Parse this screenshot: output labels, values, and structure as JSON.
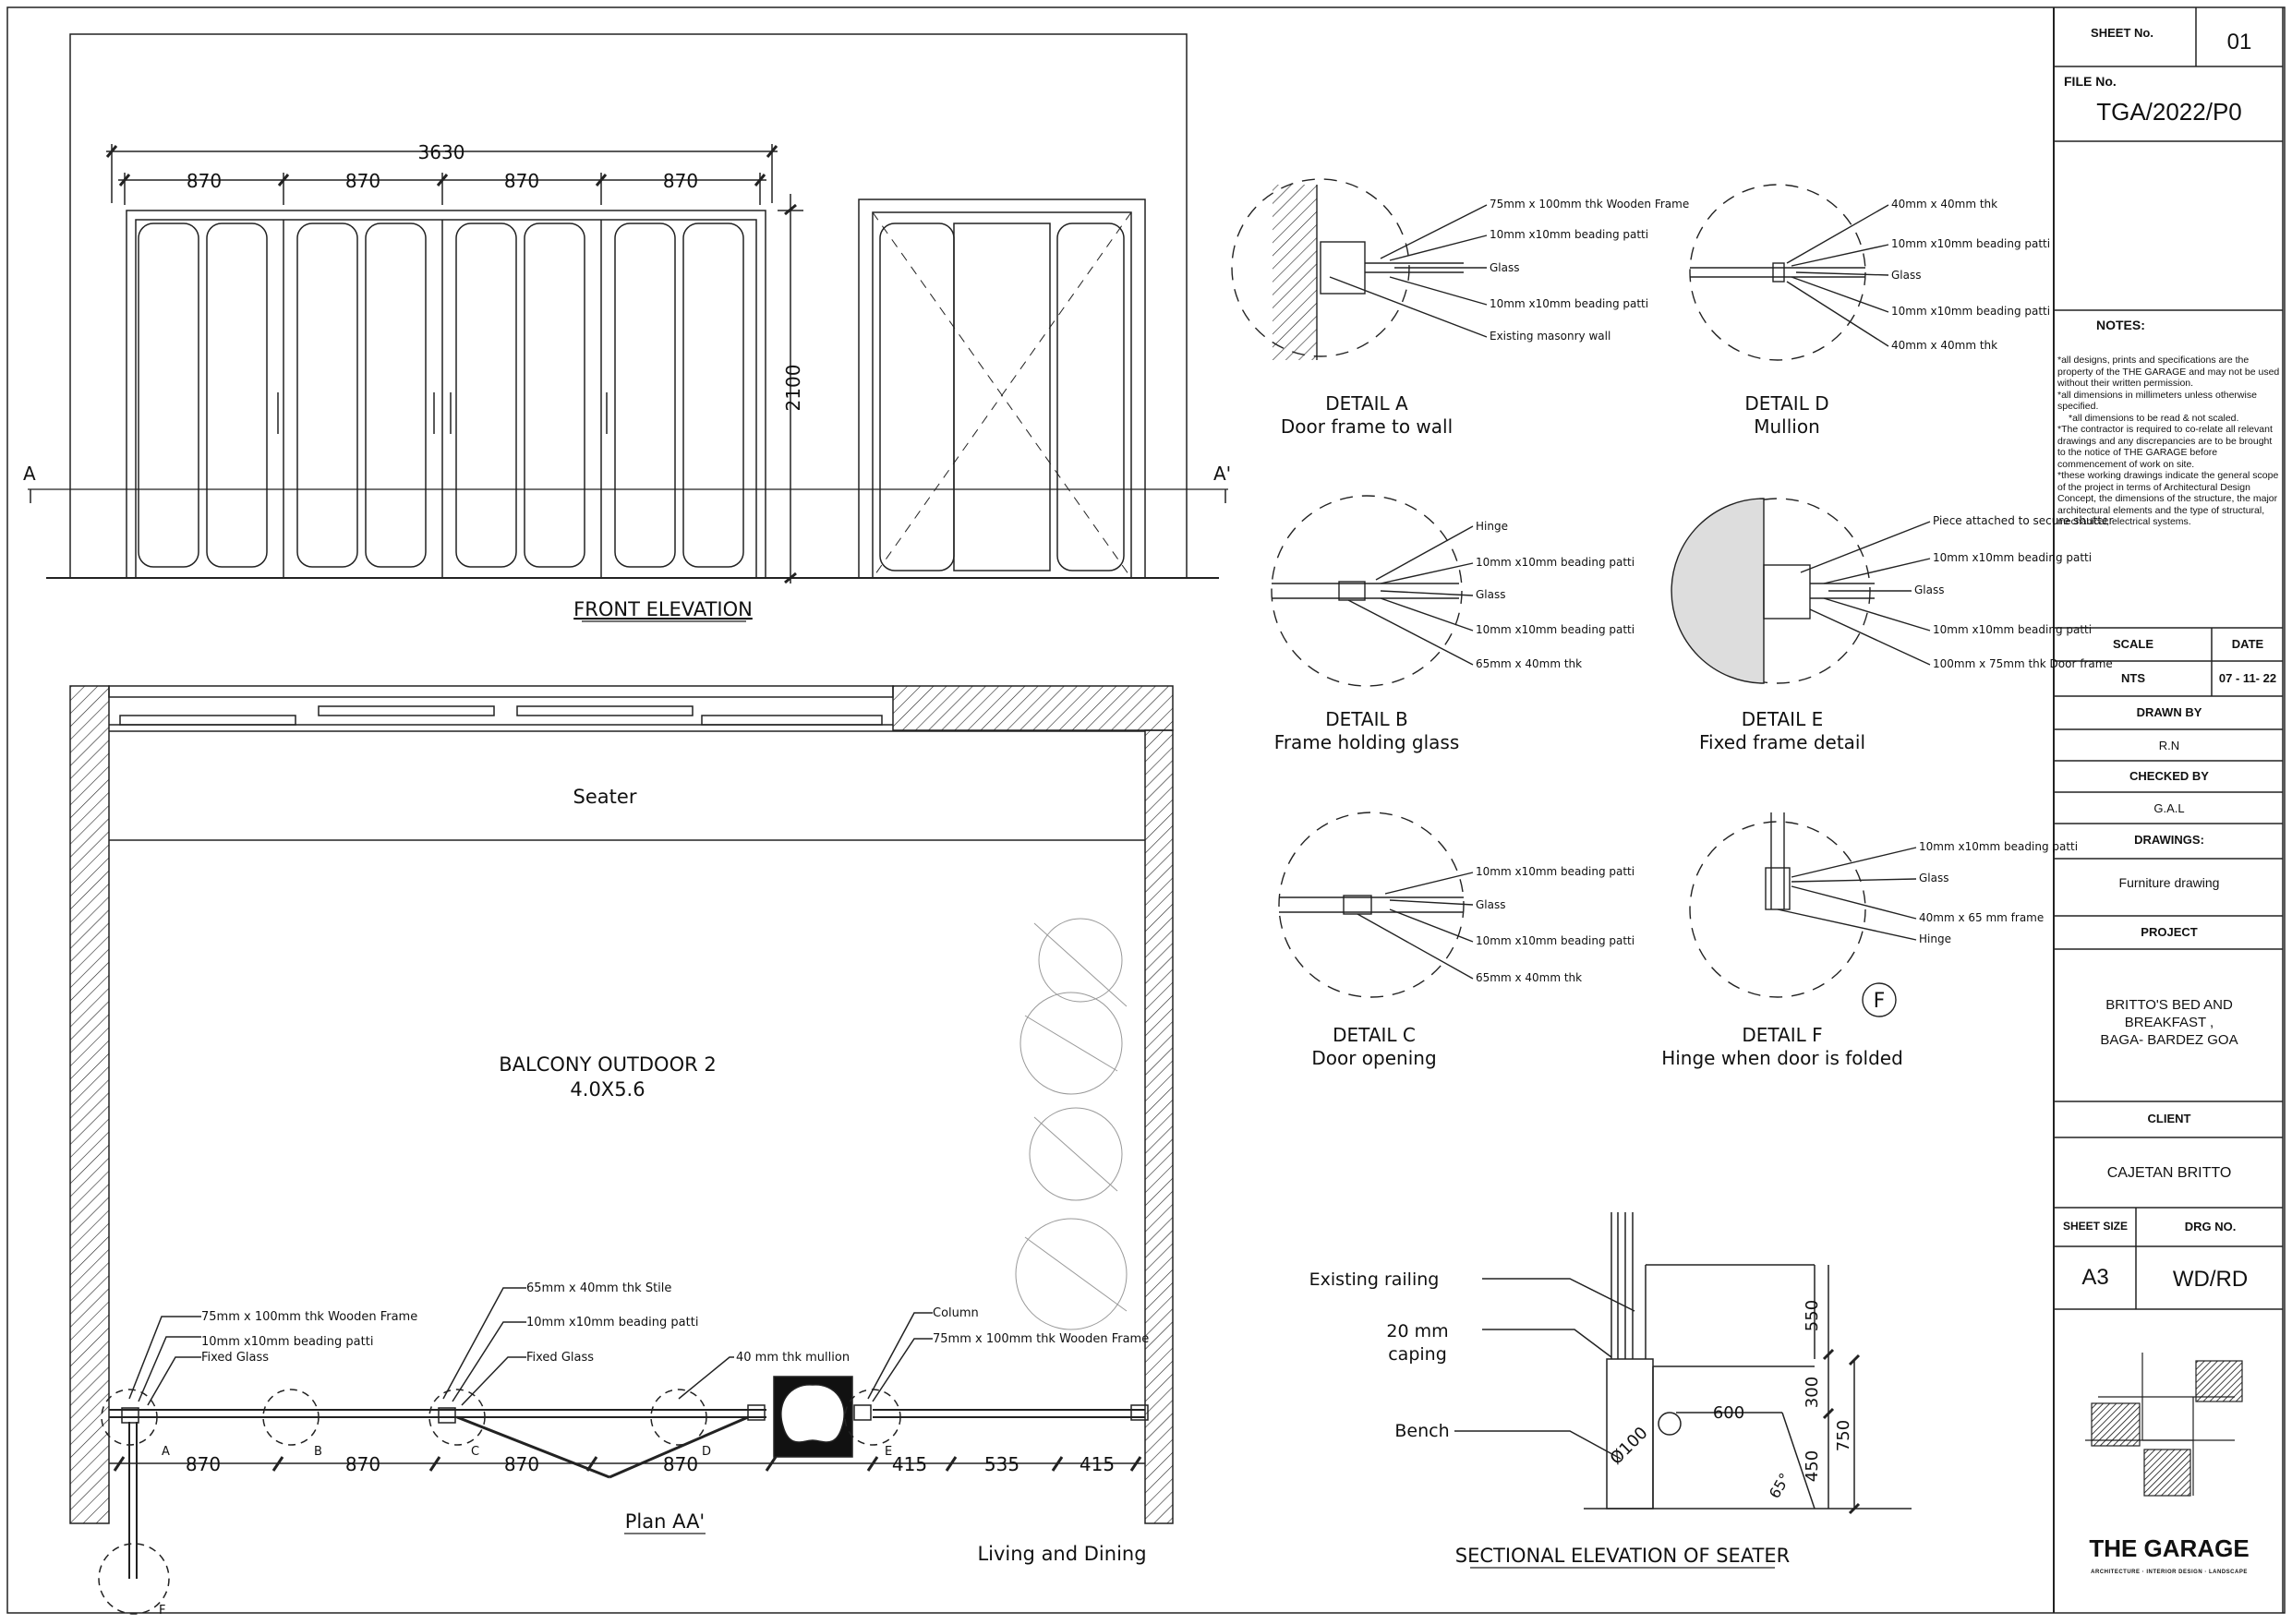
{
  "front_elevation": {
    "title": "FRONT ELEVATION",
    "overall_width": "3630",
    "panel_widths": [
      "870",
      "870",
      "870",
      "870"
    ],
    "height": "2100",
    "section_marks": [
      "A",
      "A'"
    ]
  },
  "plan": {
    "title": "Plan AA'",
    "seater_label": "Seater",
    "room_name": "BALCONY OUTDOOR 2",
    "room_size": "4.0X5.6",
    "adjacent": "Living and Dining",
    "dims": [
      "870",
      "870",
      "870",
      "870",
      "415",
      "535",
      "415"
    ],
    "callouts": [
      "75mm x 100mm thk Wooden Frame",
      "10mm x10mm beading patti",
      "Fixed Glass",
      "65mm x 40mm thk Stile",
      "10mm x10mm beading patti",
      "Fixed Glass",
      "40 mm thk mullion",
      "Column",
      "75mm x 100mm thk Wooden Frame"
    ],
    "detail_marks": [
      "A",
      "B",
      "C",
      "D",
      "E",
      "F"
    ]
  },
  "details": [
    {
      "title": "DETAIL A",
      "subtitle": "Door frame to wall",
      "notes": [
        "75mm x 100mm thk Wooden Frame",
        "10mm x10mm beading patti",
        "Glass",
        "10mm x10mm beading patti",
        "Existing masonry wall"
      ]
    },
    {
      "title": "DETAIL D",
      "subtitle": "Mullion",
      "notes": [
        "40mm x 40mm thk",
        "10mm x10mm beading patti",
        "Glass",
        "10mm x10mm beading patti",
        "40mm x 40mm thk"
      ]
    },
    {
      "title": "DETAIL B",
      "subtitle": "Frame holding glass",
      "notes": [
        "Hinge",
        "10mm x10mm beading patti",
        "Glass",
        "10mm x10mm beading patti",
        "65mm x 40mm thk"
      ]
    },
    {
      "title": "DETAIL E",
      "subtitle": "Fixed frame detail",
      "notes": [
        "Piece attached to secure shutter",
        "10mm x10mm beading patti",
        "Glass",
        "10mm x10mm beading patti",
        "100mm x 75mm thk Door frame"
      ]
    },
    {
      "title": "DETAIL C",
      "subtitle": "Door opening",
      "notes": [
        "10mm x10mm beading patti",
        "Glass",
        "10mm x10mm beading patti",
        "65mm x 40mm thk"
      ]
    },
    {
      "title": "DETAIL F",
      "subtitle": "Hinge when door is folded",
      "notes": [
        "10mm x10mm beading patti",
        "Glass",
        "40mm x 65 mm frame",
        "Hinge"
      ],
      "mark": "F"
    }
  ],
  "seater_section": {
    "title": "SECTIONAL ELEVATION OF SEATER",
    "labels": [
      "Existing railing",
      "20 mm",
      "caping",
      "Bench"
    ],
    "dims": [
      "550",
      "300",
      "450",
      "750",
      "600",
      "Ø100",
      "65°"
    ]
  },
  "title_block": {
    "sheet_no_label": "SHEET No.",
    "sheet_no": "01",
    "file_no_label": "FILE No.",
    "file_no": "TGA/2022/P0",
    "notes_label": "NOTES:",
    "notes": [
      "*all designs, prints and specifications are the property of the THE GARAGE and may not be used without their written permission.",
      "*all dimensions in millimeters unless otherwise specified.",
      "*all dimensions to be read & not scaled.",
      "*The contractor is required to co-relate all relevant drawings and any discrepancies are to be brought to the notice of THE GARAGE before commencement of work on site.",
      "*these working drawings indicate the general scope of the project in terms of Architectural Design Concept, the dimensions of the structure, the major architectural elements and the type of structural, mechanical, electrical systems."
    ],
    "scale_label": "SCALE",
    "scale": "NTS",
    "date_label": "DATE",
    "date": "07 - 11- 22",
    "drawn_by_label": "DRAWN BY",
    "drawn_by": "R.N",
    "checked_by_label": "CHECKED BY",
    "checked_by": "G.A.L",
    "drawings_label": "DRAWINGS:",
    "drawings": "Furniture drawing",
    "project_label": "PROJECT",
    "project": [
      "BRITTO'S BED AND",
      "BREAKFAST ,",
      "BAGA- BARDEZ GOA"
    ],
    "client_label": "CLIENT",
    "client": "CAJETAN BRITTO",
    "sheet_size_label": "SHEET SIZE",
    "sheet_size": "A3",
    "drg_no_label": "DRG NO.",
    "drg_no": "WD/RD",
    "firm": "THE GARAGE",
    "firm_tagline": "ARCHITECTURE · INTERIOR DESIGN · LANDSCAPE"
  }
}
